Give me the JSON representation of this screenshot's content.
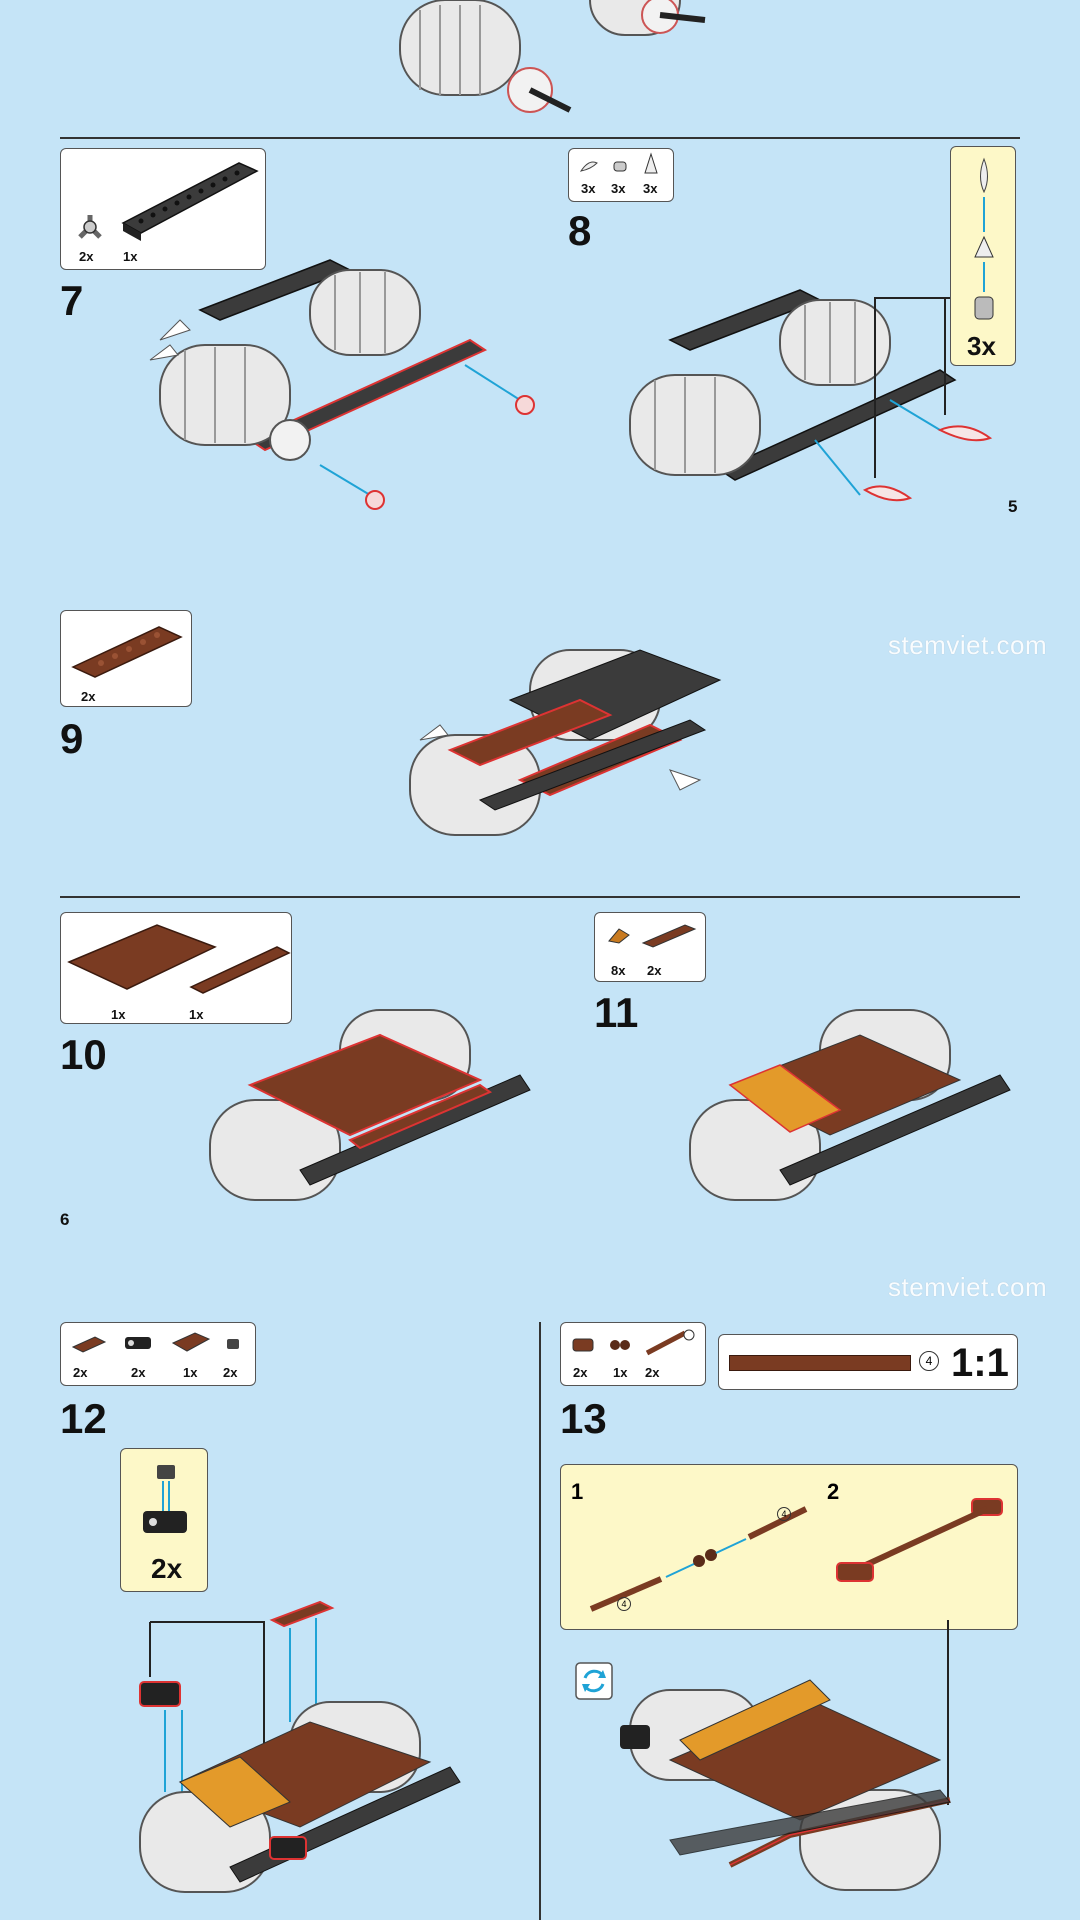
{
  "page_numbers": {
    "left": "5",
    "right": "6"
  },
  "watermark": "stemviet.com",
  "steps": [
    {
      "number": "7",
      "parts": [
        "2x",
        "1x"
      ]
    },
    {
      "number": "8",
      "parts": [
        "3x",
        "3x",
        "3x"
      ],
      "callout_qty": "3x"
    },
    {
      "number": "9",
      "parts": [
        "2x"
      ]
    },
    {
      "number": "10",
      "parts": [
        "1x",
        "1x"
      ]
    },
    {
      "number": "11",
      "parts": [
        "8x",
        "2x"
      ]
    },
    {
      "number": "12",
      "parts": [
        "2x",
        "2x",
        "1x",
        "2x"
      ],
      "callout_qty": "2x"
    },
    {
      "number": "13",
      "parts": [
        "2x",
        "1x",
        "2x"
      ],
      "scale_label": "1:1",
      "scale_length": "4",
      "substeps": [
        "1",
        "2"
      ],
      "length_marks": [
        "4",
        "4",
        "4"
      ]
    }
  ],
  "colors": {
    "background": "#c5e4f7",
    "brown": "#7a3b22",
    "dark": "#3b3b3b",
    "callout": "#fdf8c8",
    "arrow": "#1fa3d6"
  },
  "icons": [
    "rotate-model-icon"
  ]
}
